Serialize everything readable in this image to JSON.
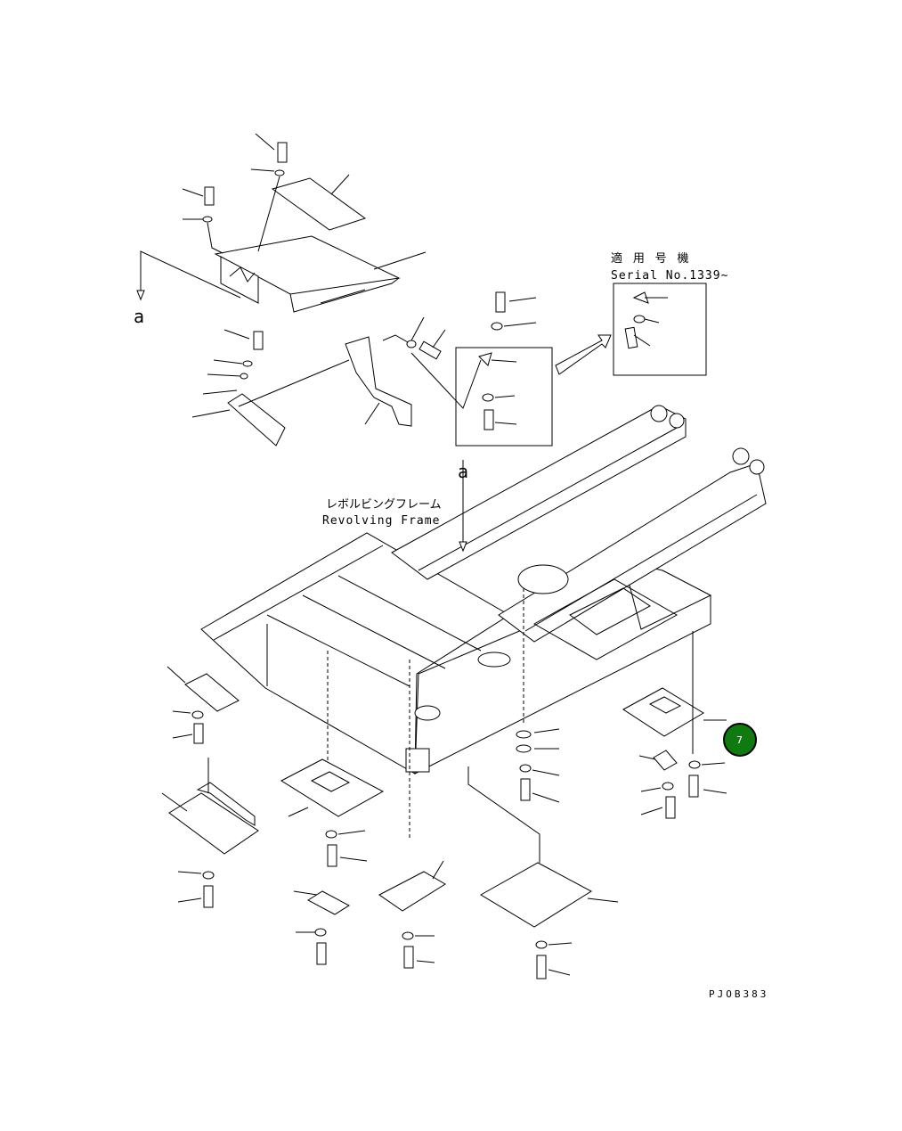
{
  "labels": {
    "view_a_top": "a",
    "view_a_bottom": "a",
    "serial_jp": "適 用 号 機",
    "serial_en": "Serial No.1339~",
    "frame_jp": "レボルビングフレーム",
    "frame_en": "Revolving Frame",
    "drawing_code": "PJOB383"
  },
  "callout": {
    "number": "7",
    "color": "#0f7a0f"
  }
}
